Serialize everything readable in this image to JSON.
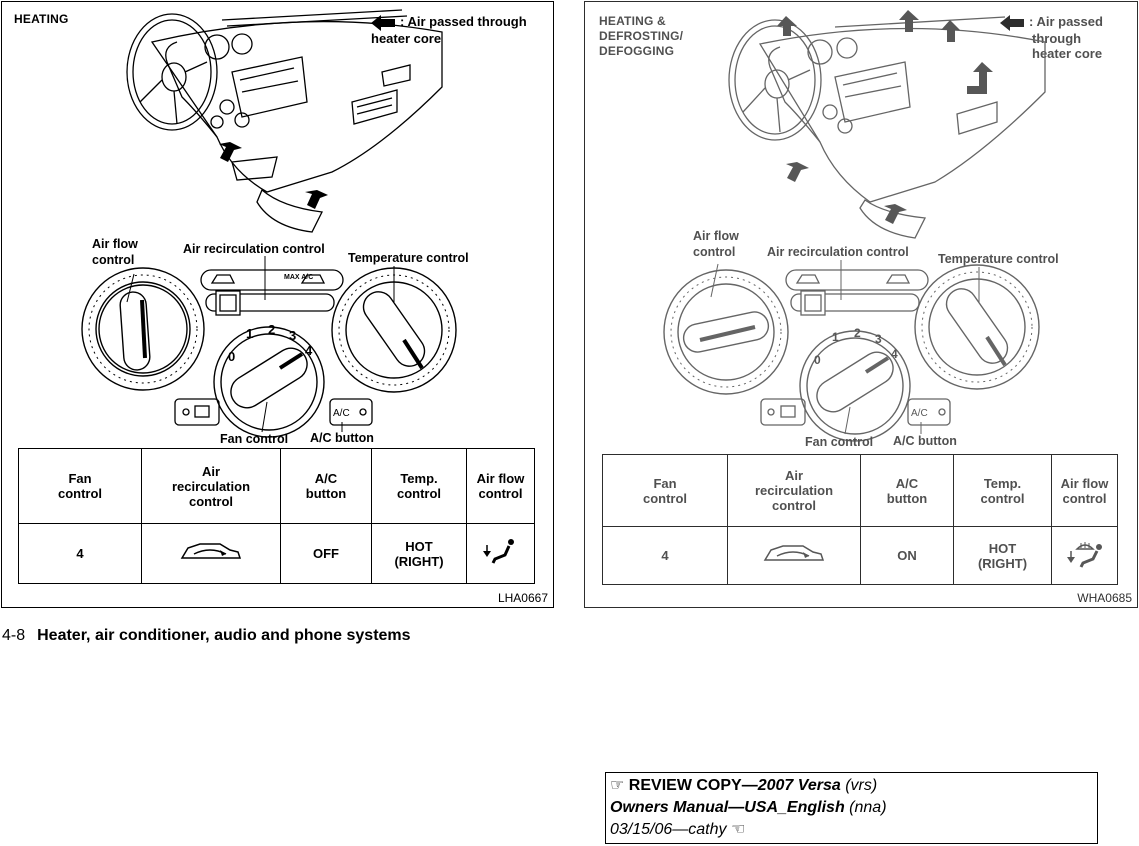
{
  "left_panel": {
    "title": "HEATING",
    "legend": ": Air passed through heater core",
    "callouts": {
      "air_flow_1": "Air flow",
      "air_flow_2": "control",
      "recirc": "Air recirculation control",
      "temp": "Temperature control",
      "fan": "Fan control",
      "ac": "A/C button"
    },
    "fig_code": "LHA0667",
    "dial_numbers": [
      "0",
      "1",
      "2",
      "3",
      "4"
    ],
    "switch_text": "MAX A/C",
    "ac_label": "A/C",
    "table": {
      "headers": [
        [
          "Fan",
          "control"
        ],
        [
          "Air",
          "recirculation",
          "control"
        ],
        [
          "A/C",
          "button"
        ],
        [
          "Temp.",
          "control"
        ],
        [
          "Air flow",
          "control"
        ]
      ],
      "row": {
        "fan": "4",
        "recirc_icon": "recirculation-car-icon",
        "ac": "OFF",
        "temp_1": "HOT",
        "temp_2": "(RIGHT)",
        "air_flow_icon": "foot-vent-icon"
      }
    }
  },
  "right_panel": {
    "title_1": "HEATING &",
    "title_2": "DEFROSTING/",
    "title_3": "DEFOGGING",
    "legend_1": ": Air passed",
    "legend_2": "through",
    "legend_3": "heater core",
    "callouts": {
      "air_flow_1": "Air flow",
      "air_flow_2": "control",
      "recirc": "Air recirculation control",
      "temp": "Temperature control",
      "fan": "Fan control",
      "ac": "A/C button"
    },
    "fig_code": "WHA0685",
    "dial_numbers": [
      "0",
      "1",
      "2",
      "3",
      "4"
    ],
    "ac_label": "A/C",
    "table": {
      "headers": [
        [
          "Fan",
          "control"
        ],
        [
          "Air",
          "recirculation",
          "control"
        ],
        [
          "A/C",
          "button"
        ],
        [
          "Temp.",
          "control"
        ],
        [
          "Air flow",
          "control"
        ]
      ],
      "row": {
        "fan": "4",
        "recirc_icon": "recirculation-car-icon",
        "ac": "ON",
        "temp_1": "HOT",
        "temp_2": "(RIGHT)",
        "air_flow_icon": "defrost-foot-vent-icon"
      }
    }
  },
  "footer": {
    "page": "4-8",
    "section": "Heater, air conditioner, audio and phone systems"
  },
  "review_box": {
    "mark_left": "☞",
    "line1_bold": "REVIEW COPY—",
    "line1_bold_italic": "2007 Versa",
    "line1_italic": "(vrs)",
    "line2_bold_italic": "Owners Manual—USA_English",
    "line2_italic": "(nna)",
    "line3_italic": "03/15/06—cathy",
    "mark_right": "☜"
  }
}
